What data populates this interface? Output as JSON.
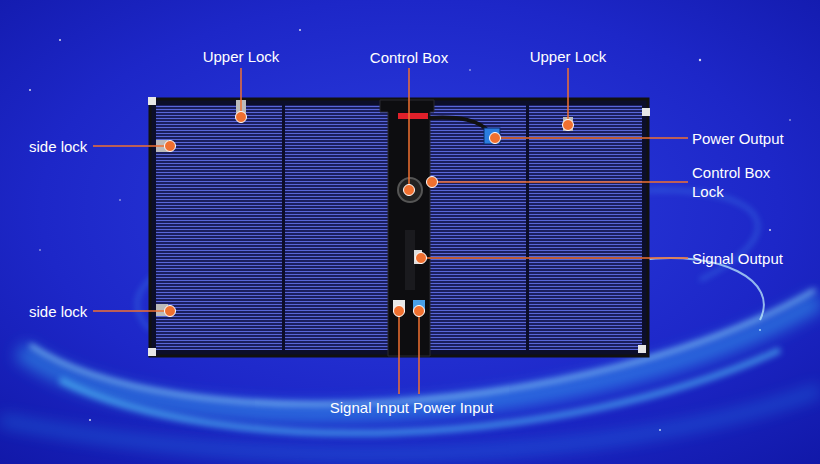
{
  "diagram": {
    "labels": [
      "Upper Lock",
      "Control Box",
      "Upper Lock",
      "side lock",
      "Power Output",
      "Control Box Lock",
      "Signal Output",
      "side lock",
      "Signal Input",
      "Power Input"
    ]
  }
}
